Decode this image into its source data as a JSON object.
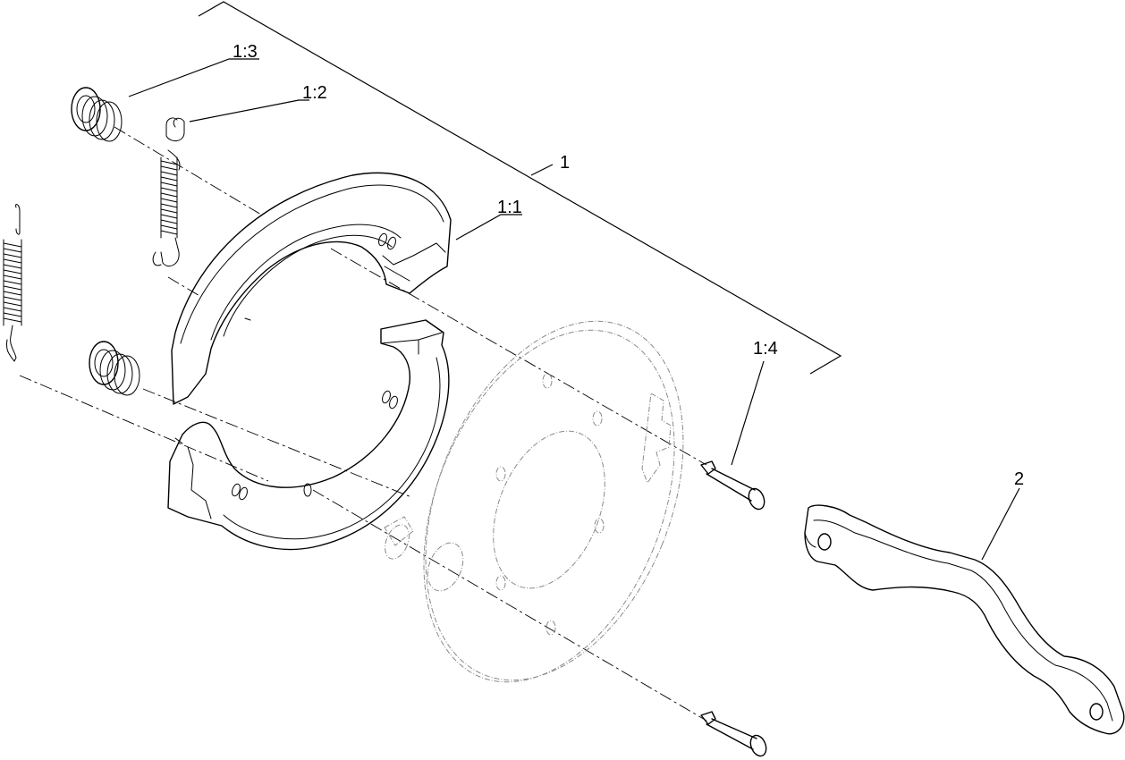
{
  "diagram": {
    "callouts": {
      "assembly": "1",
      "shoe": "1:1",
      "hook_spring": "1:2",
      "hold_down_spring": "1:3",
      "pin": "1:4",
      "lever": "2"
    },
    "colors": {
      "ink": "#000000",
      "phantom": "#8a8a8a",
      "background": "#ffffff"
    }
  }
}
